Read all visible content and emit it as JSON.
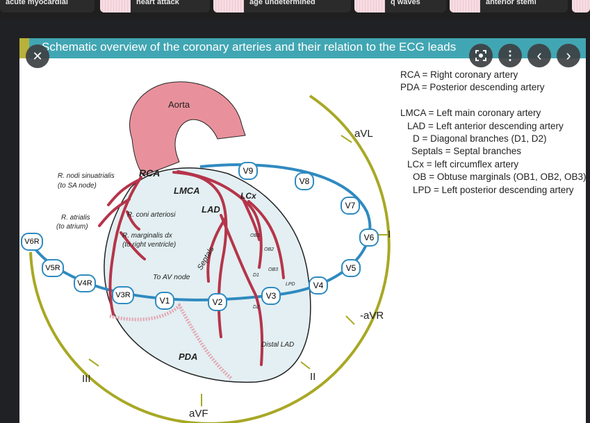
{
  "top_results": [
    {
      "label": "acute myocardial"
    },
    {
      "label": "heart attack"
    },
    {
      "label": "age undetermined"
    },
    {
      "label": "q waves"
    },
    {
      "label": "anterior stemi"
    }
  ],
  "figure": {
    "title": "Schematic overview of the coronary arteries and their relation to the ECG leads",
    "legend": [
      "RCA = Right coronary artery",
      "PDA = Posterior descending artery",
      "",
      "LMCA = Left main coronary artery",
      "LAD = Left anterior descending artery",
      "D = Diagonal branches (D1, D2)",
      "Septals = Septal branches",
      "LCx = left circumflex artery",
      "OB = Obtuse marginals (OB1, OB2, OB3)",
      "LPD = Left posterior descending artery"
    ],
    "labels": {
      "aorta": "Aorta",
      "rca": "RCA",
      "lmca": "LMCA",
      "lcx": "LCx",
      "lad": "LAD",
      "pda": "PDA",
      "septals": "Septals",
      "distal_lad": "Distal LAD",
      "to_av": "To AV node",
      "nodi1": "R. nodi sinuatrialis",
      "nodi2": "(to SA node)",
      "atrialis1": "R. atrialis",
      "atrialis2": "(to atrium)",
      "coni": "R. coni arteriosi",
      "marg1": "R. marginalis dx",
      "marg2": "(to right ventricle)",
      "ob1": "OB1",
      "ob2": "OB2",
      "ob3": "OB3",
      "d1": "D1",
      "d2": "D2",
      "lpd": "LPD"
    },
    "chest_leads": [
      "V6R",
      "V5R",
      "V4R",
      "V3R",
      "V1",
      "V2",
      "V3",
      "V4",
      "V5",
      "V6",
      "V7",
      "V8",
      "V9"
    ],
    "limb_leads": {
      "avl": "aVL",
      "i": "I",
      "avr": "-aVR",
      "ii": "II",
      "avf": "aVF",
      "iii": "III"
    }
  },
  "controls": {
    "close": "✕",
    "more": "⋮",
    "prev": "‹",
    "next": "›"
  },
  "colors": {
    "artery": "#b5354a",
    "aorta": "#e8919c",
    "lead_ring": "#2f8ac0",
    "limb_ring": "#a8a825",
    "heart_fill": "#e3eff2",
    "title_bar": "#41a6b3"
  }
}
